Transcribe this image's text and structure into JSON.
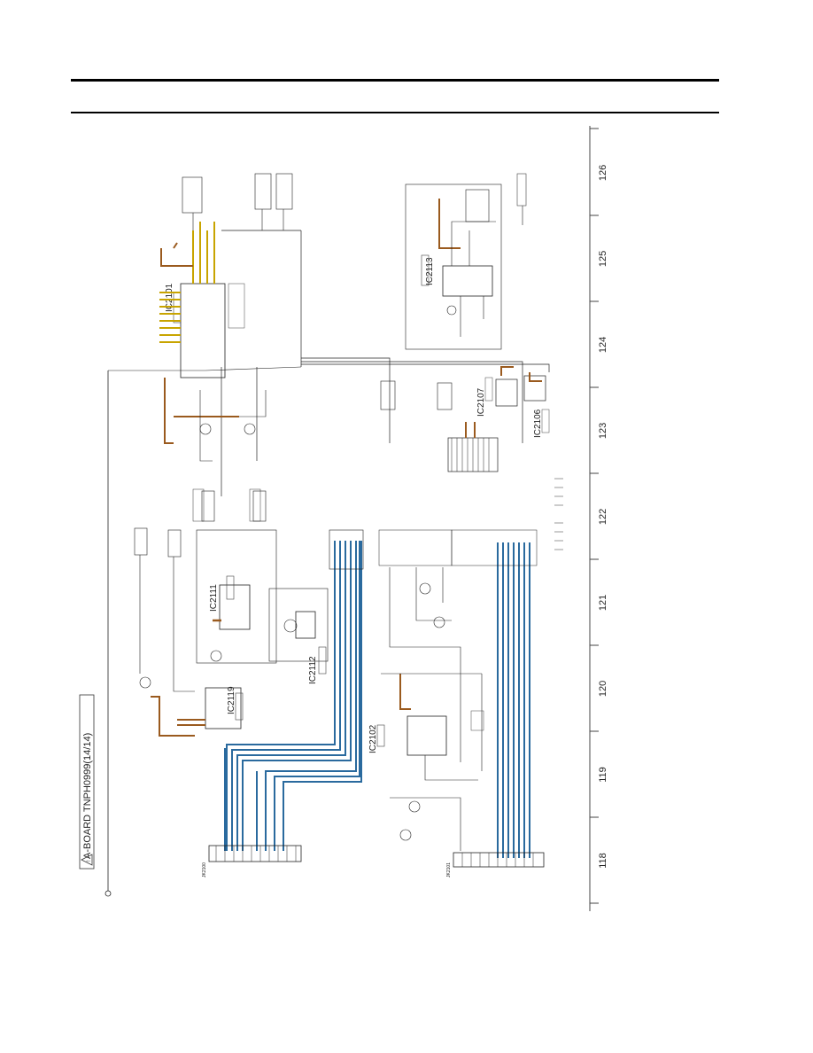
{
  "sheet_title": "A-BOARD TNPH0999(14/14)",
  "warning_symbol": "!",
  "column_numbers": [
    "118",
    "119",
    "120",
    "121",
    "122",
    "123",
    "124",
    "125",
    "126"
  ],
  "ic_labels": {
    "ic2101": "IC2101",
    "ic2102": "IC2102",
    "ic2106": "IC2106",
    "ic2107": "IC2107",
    "ic2111": "IC2111",
    "ic2112": "IC2112",
    "ic2113": "IC2113",
    "ic2119": "IC2119"
  },
  "connector_labels": {
    "jk2100": "JK2100",
    "jk2101": "JK2101"
  },
  "colors": {
    "wire": "#222222",
    "bus_blue": "#2a6a9e",
    "supply_brown": "#9a5a1e",
    "signal_yellow": "#c8a400",
    "page_background": "#ffffff"
  }
}
